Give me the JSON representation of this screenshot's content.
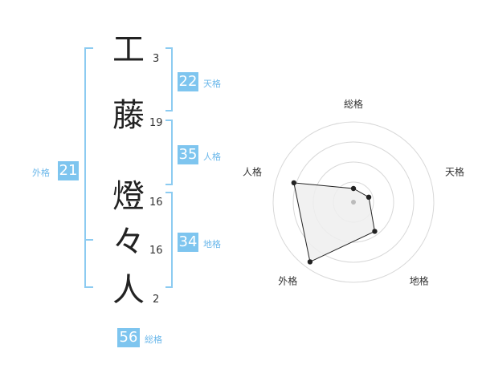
{
  "name": {
    "chars": [
      {
        "char": "工",
        "strokes": "3"
      },
      {
        "char": "藤",
        "strokes": "19"
      },
      {
        "char": "燈",
        "strokes": "16"
      },
      {
        "char": "々",
        "strokes": "16"
      },
      {
        "char": "人",
        "strokes": "2"
      }
    ]
  },
  "scores": {
    "tenkaku": {
      "value": "22",
      "label": "天格"
    },
    "jinkaku": {
      "value": "35",
      "label": "人格"
    },
    "chikaku": {
      "value": "34",
      "label": "地格"
    },
    "gaikaku": {
      "value": "21",
      "label": "外格"
    },
    "soukaku": {
      "value": "56",
      "label": "総格"
    }
  },
  "colors": {
    "accent": "#7ec5ef",
    "bracket": "#8ccbf1",
    "grid": "#d8d8d8",
    "fill": "#eeeeee",
    "line": "#222222"
  },
  "chart_data": {
    "type": "radar",
    "axes": [
      "総格",
      "天格",
      "地格",
      "外格",
      "人格"
    ],
    "values": [
      0.17,
      0.2,
      0.45,
      0.92,
      0.78
    ],
    "range": [
      0,
      1
    ],
    "rings": 4
  }
}
